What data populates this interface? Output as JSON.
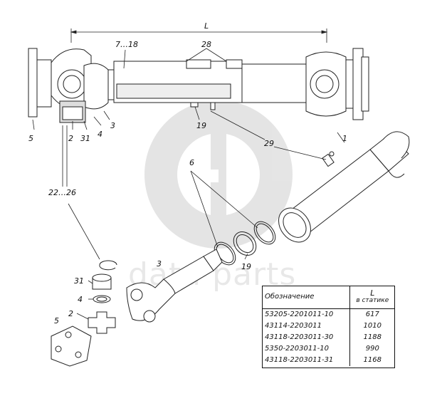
{
  "watermark": {
    "text": "data parts"
  },
  "dimension": {
    "label": "L"
  },
  "callouts": {
    "c1": "1",
    "c2_top": "2",
    "c2_bottom": "2",
    "c3_top": "3",
    "c3_bottom": "3",
    "c4_top": "4",
    "c4_bottom": "4",
    "c5_top": "5",
    "c5_bottom": "5",
    "c6": "6",
    "c7_18": "7…18",
    "c19_top": "19",
    "c19_bottom": "19",
    "c22_26": "22…26",
    "c28": "28",
    "c29": "29",
    "c31_top": "31",
    "c31_bottom": "31"
  },
  "table": {
    "col1_header": "Обозначение",
    "col2_header_line1": "L",
    "col2_header_line2": "в статике",
    "rows": [
      {
        "designation": "53205-2201011-10",
        "length": "617"
      },
      {
        "designation": "43114-2203011",
        "length": "1010"
      },
      {
        "designation": "43118-2203011-30",
        "length": "1188"
      },
      {
        "designation": "5350-2203011-10",
        "length": "990"
      },
      {
        "designation": "43118-2203011-31",
        "length": "1168"
      }
    ]
  }
}
